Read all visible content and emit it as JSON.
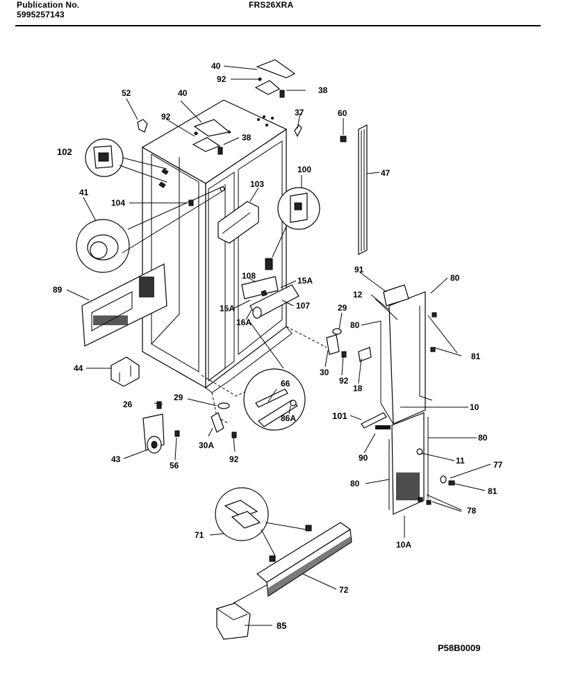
{
  "header": {
    "publication_label": "Publication No.",
    "publication_number": "5995257143",
    "model": "FRS26XRA"
  },
  "diagram_code": "P58B0009",
  "callouts": [
    "40",
    "92",
    "38",
    "52",
    "40",
    "37",
    "60",
    "92",
    "38",
    "102",
    "100",
    "47",
    "41",
    "104",
    "103",
    "89",
    "108",
    "15A",
    "91",
    "80",
    "15A",
    "107",
    "12",
    "16A",
    "29",
    "80",
    "81",
    "44",
    "30",
    "92",
    "18",
    "66",
    "26",
    "29",
    "86A",
    "10",
    "101",
    "80",
    "30A",
    "90",
    "11",
    "77",
    "43",
    "56",
    "92",
    "80",
    "81",
    "78",
    "10A",
    "71",
    "72",
    "85"
  ]
}
